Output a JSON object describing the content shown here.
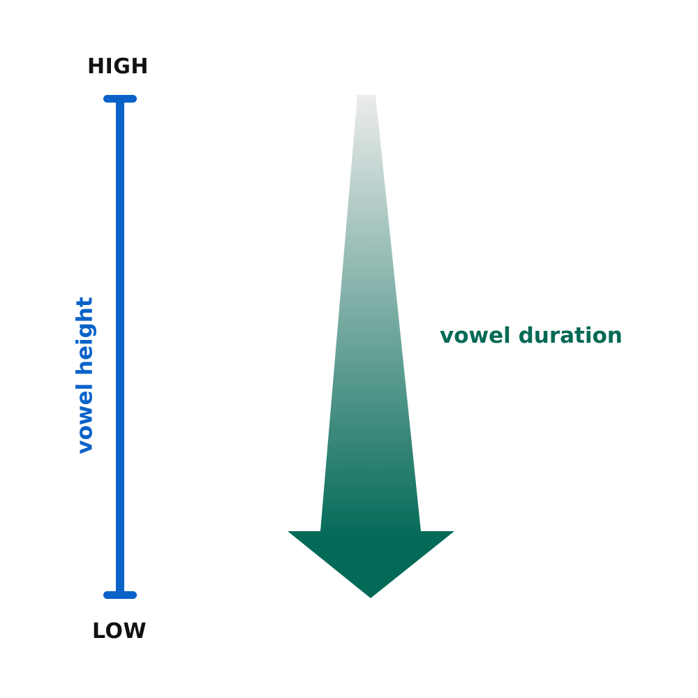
{
  "scale": {
    "top_label": "HIGH",
    "bottom_label": "LOW",
    "axis_label": "vowel height",
    "color": "#0a62c9"
  },
  "arrow": {
    "label": "vowel duration",
    "direction": "down",
    "gradient_start_color": "#ececec",
    "gradient_end_color": "#046a58",
    "label_color": "#056a55"
  }
}
